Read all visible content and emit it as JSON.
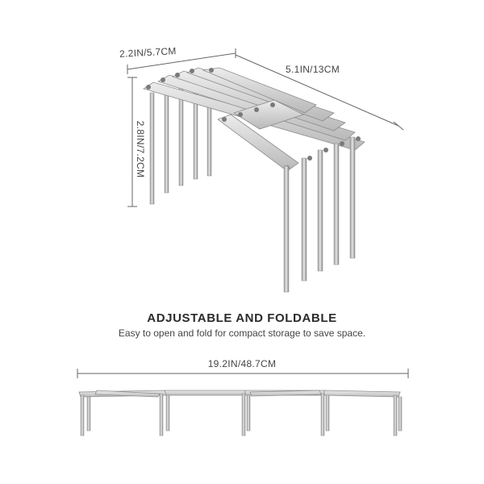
{
  "dimensions": {
    "width": "2.2IN/5.7CM",
    "length": "5.1IN/13CM",
    "height": "2.8IN/7.2CM",
    "extended_length": "19.2IN/48.7CM"
  },
  "caption": {
    "headline": "ADJUSTABLE AND FOLDABLE",
    "subline": "Easy to open and fold for compact storage to save space."
  },
  "colors": {
    "metal": "#c9c9c9",
    "metal_edge": "#8d8d8d",
    "dimension_line": "#666666"
  }
}
